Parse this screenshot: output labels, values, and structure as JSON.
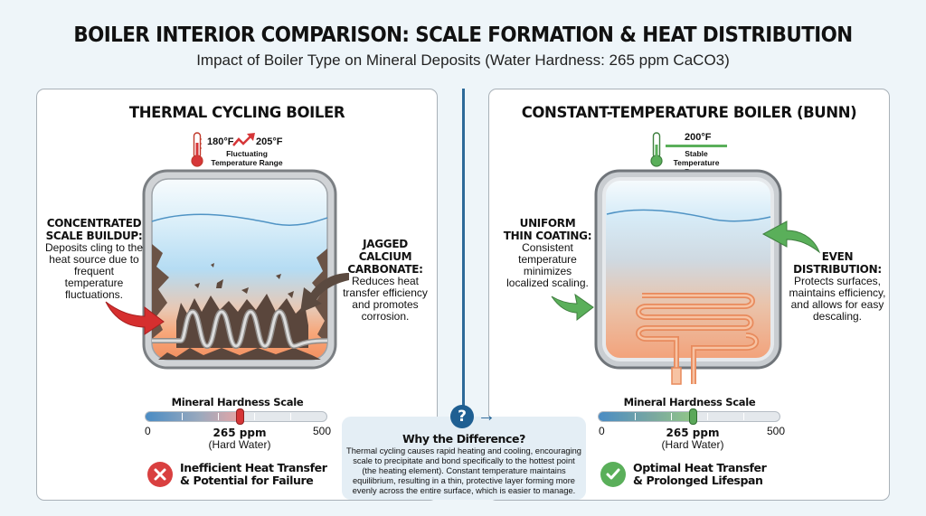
{
  "header": {
    "title": "BOILER INTERIOR COMPARISON: SCALE FORMATION & HEAT DISTRIBUTION",
    "subtitle": "Impact of Boiler Type on Mineral Deposits (Water Hardness: 265 ppm CaCO3)"
  },
  "left_panel": {
    "title": "THERMAL CYCLING BOILER",
    "temperature": {
      "low": "180°F",
      "high": "205°F",
      "label_line1": "Fluctuating",
      "label_line2": "Temperature Range",
      "icon": "thermometer-red-icon",
      "trend_icon": "zigzag-up-arrow-icon"
    },
    "callout_left": {
      "heading_line1": "CONCENTRATED",
      "heading_line2": "SCALE BUILDUP:",
      "body": [
        "Deposits cling to the",
        "heat source due to",
        "frequent",
        "temperature",
        "fluctuations."
      ]
    },
    "callout_right": {
      "heading_line1": "JAGGED",
      "heading_line2": "CALCIUM",
      "heading_line3": "CARBONATE:",
      "body": [
        "Reduces heat",
        "transfer efficiency",
        "and promotes",
        "corrosion."
      ]
    },
    "scale": {
      "label": "Mineral Hardness Scale",
      "min": "0",
      "max": "500",
      "value": "265 ppm",
      "value_note": "(Hard Water)",
      "marker_color": "#d63638"
    },
    "result": {
      "line1": "Inefficient Heat Transfer",
      "line2": "& Potential for Failure",
      "icon": "x-circle-icon",
      "color": "#d94040"
    }
  },
  "right_panel": {
    "title": "CONSTANT-TEMPERATURE BOILER (BUNN)",
    "temperature": {
      "value": "200°F",
      "label_line1": "Stable Temperature",
      "label_line2": "Range",
      "icon": "thermometer-green-icon"
    },
    "callout_left": {
      "heading_line1": "UNIFORM",
      "heading_line2": "THIN COATING:",
      "body": [
        "Consistent",
        "temperature",
        "minimizes",
        "localized scaling."
      ]
    },
    "callout_right": {
      "heading_line1": "EVEN",
      "heading_line2": "DISTRIBUTION:",
      "body": [
        "Protects surfaces,",
        "maintains efficiency,",
        "and allows for easy",
        "descaling."
      ]
    },
    "scale": {
      "label": "Mineral Hardness Scale",
      "min": "0",
      "max": "500",
      "value": "265 ppm",
      "value_note": "(Hard Water)",
      "marker_color": "#5ba85a"
    },
    "result": {
      "line1": "Optimal Heat Transfer",
      "line2": "& Prolonged Lifespan",
      "icon": "check-circle-icon",
      "color": "#5aaf5a"
    }
  },
  "why": {
    "icon": "question-icon",
    "icon_glyph": "?",
    "arrow_glyph": "→",
    "title": "Why the Difference?",
    "lines": [
      "Thermal cycling causes rapid heating and cooling, encouraging",
      "scale to precipitate and bond specifically to the hottest point",
      "(the heating element). Constant temperature maintains",
      "equilibrium, resulting in a thin, protective layer forming more",
      "evenly across the entire surface, which is easier to manage."
    ]
  },
  "colors": {
    "accent_blue": "#1f5f92",
    "red": "#d63638",
    "green": "#5aaf5a",
    "background": "#eef5f9"
  }
}
